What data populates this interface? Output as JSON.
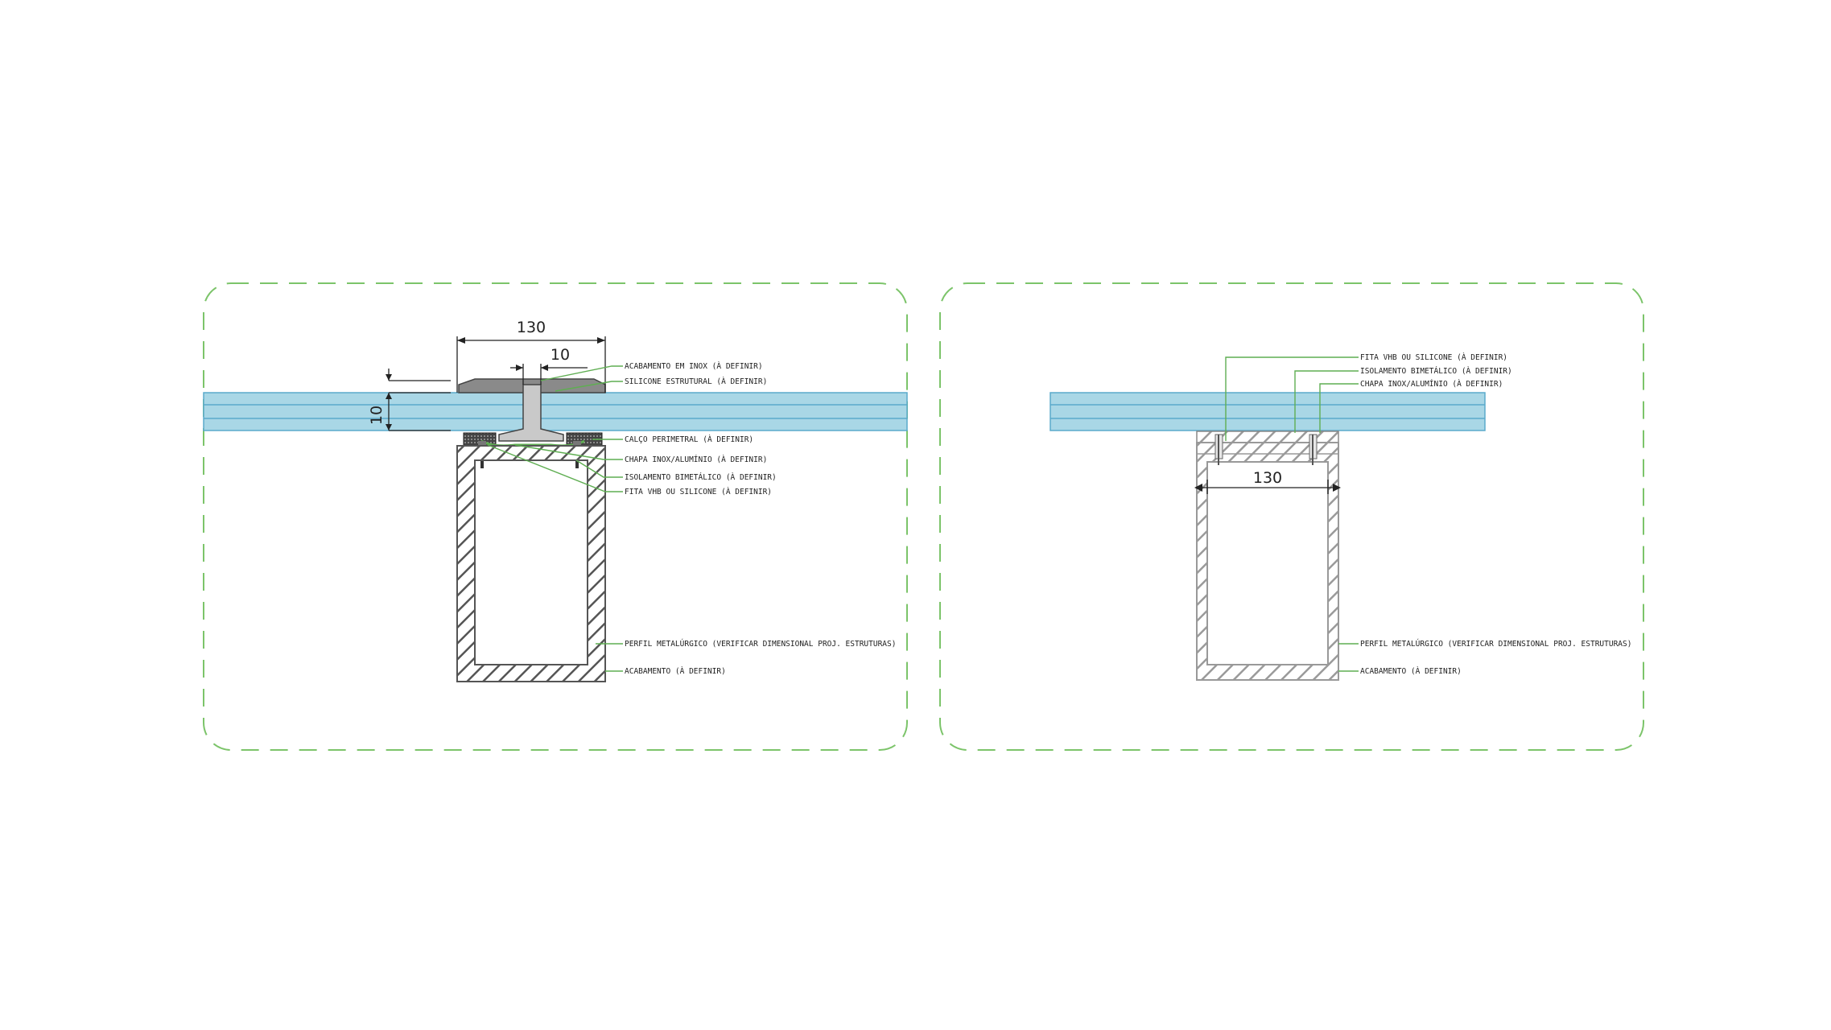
{
  "left_detail": {
    "dimensions": {
      "width": "130",
      "gap": "10",
      "thickness": "10"
    },
    "labels": [
      "ACABAMENTO EM INOX (À DEFINIR)",
      "SILICONE ESTRUTURAL (À DEFINIR)",
      "CALÇO PERIMETRAL (À DEFINIR)",
      "CHAPA INOX/ALUMÍNIO (À DEFINIR)",
      "ISOLAMENTO BIMETÁLICO (À DEFINIR)",
      "FITA VHB OU SILICONE (À DEFINIR)",
      "PERFIL METALÚRGICO (VERIFICAR DIMENSIONAL PROJ. ESTRUTURAS)",
      "ACABAMENTO (À DEFINIR)"
    ]
  },
  "right_detail": {
    "dimensions": {
      "width": "130"
    },
    "labels": [
      "FITA VHB OU SILICONE (À DEFINIR)",
      "ISOLAMENTO BIMETÁLICO (À DEFINIR)",
      "CHAPA INOX/ALUMÍNIO (À DEFINIR)",
      "PERFIL METALÚRGICO (VERIFICAR DIMENSIONAL PROJ. ESTRUTURAS)",
      "ACABAMENTO (À DEFINIR)"
    ]
  },
  "colors": {
    "frame": "#7cc46a",
    "glass": "#a9d7e6",
    "leader": "#5fae52"
  }
}
